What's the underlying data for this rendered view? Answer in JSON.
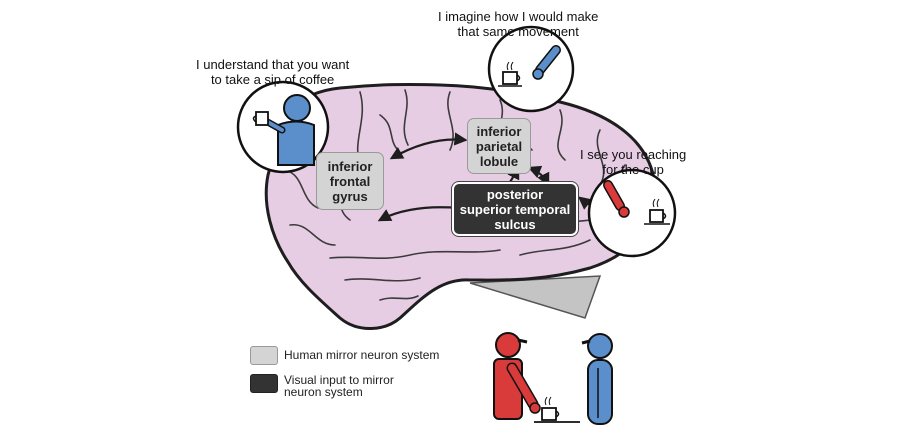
{
  "captions": {
    "understand": "I understand that you want\nto take a sip of coffee",
    "imagine": "I imagine how I would make\nthat same movement",
    "see": "I see you  reaching\nfor the cup"
  },
  "regions": {
    "ifg": "inferior\nfrontal\ngyrus",
    "ipl": "inferior\nparietal\nlobule",
    "psts": "posterior\nsuperior temporal\nsulcus"
  },
  "legend": [
    {
      "label": "Human mirror neuron system",
      "kind": "mirror"
    },
    {
      "label": "Visual input to mirror\nneuron system",
      "kind": "visual"
    }
  ],
  "colors": {
    "brain_fill": "#e7cde3",
    "brain_outline": "#1e1e1e",
    "mirror_region": "#d4d4d4",
    "visual_region": "#333333",
    "observer_blue": "#5b8fcc",
    "actor_red": "#d93a3a",
    "cerebellum_gray": "#c4c4c4"
  },
  "icons": [
    "coffee-cup-icon",
    "observer-figure-icon",
    "actor-figure-icon",
    "reaching-arm-icon"
  ]
}
